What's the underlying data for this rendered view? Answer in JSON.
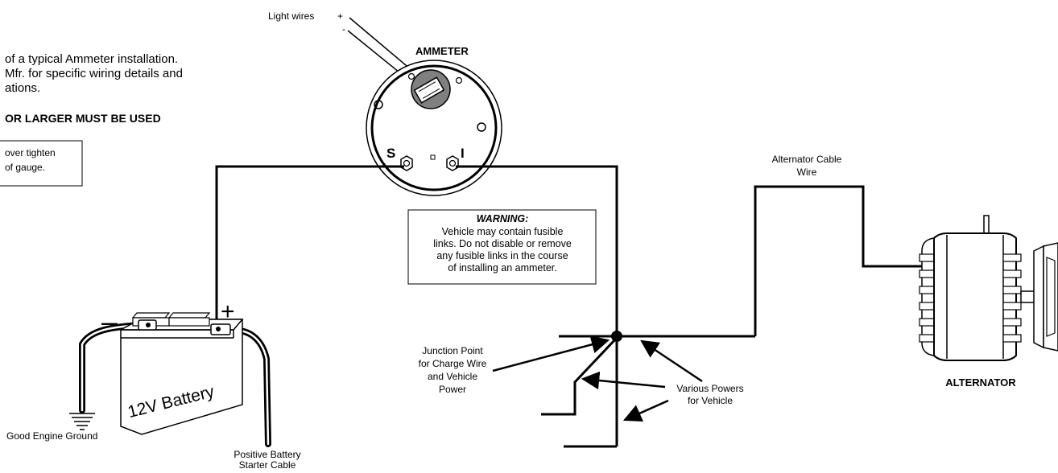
{
  "notes": {
    "line1": "of a typical Ammeter installation.",
    "line2": "Mfr. for specific wiring details and",
    "line3": "ations.",
    "bold_line": "OR LARGER MUST BE USED",
    "box_line1": "over tighten",
    "box_line2": "of gauge."
  },
  "labels": {
    "light_wires": "Light wires",
    "plus": "+",
    "minus": "-",
    "ammeter": "AMMETER",
    "terminal_s": "S",
    "terminal_i": "I",
    "alternator_cable_1": "Alternator Cable",
    "alternator_cable_2": "Wire",
    "alternator": "ALTERNATOR",
    "battery": "12V Battery",
    "battery_plus": "+",
    "battery_minus": "–",
    "ground": "Good Engine Ground",
    "positive_cable_1": "Positive Battery",
    "positive_cable_2": "Starter Cable",
    "junction_1": "Junction Point",
    "junction_2": "for Charge Wire",
    "junction_3": "and Vehicle",
    "junction_4": "Power",
    "various_1": "Various Powers",
    "various_2": "for Vehicle"
  },
  "warning": {
    "title": "WARNING:",
    "line1": "Vehicle may contain fusible",
    "line2": "links. Do not disable or remove",
    "line3": "any fusible links in the course",
    "line4": "of installing an ammeter."
  }
}
